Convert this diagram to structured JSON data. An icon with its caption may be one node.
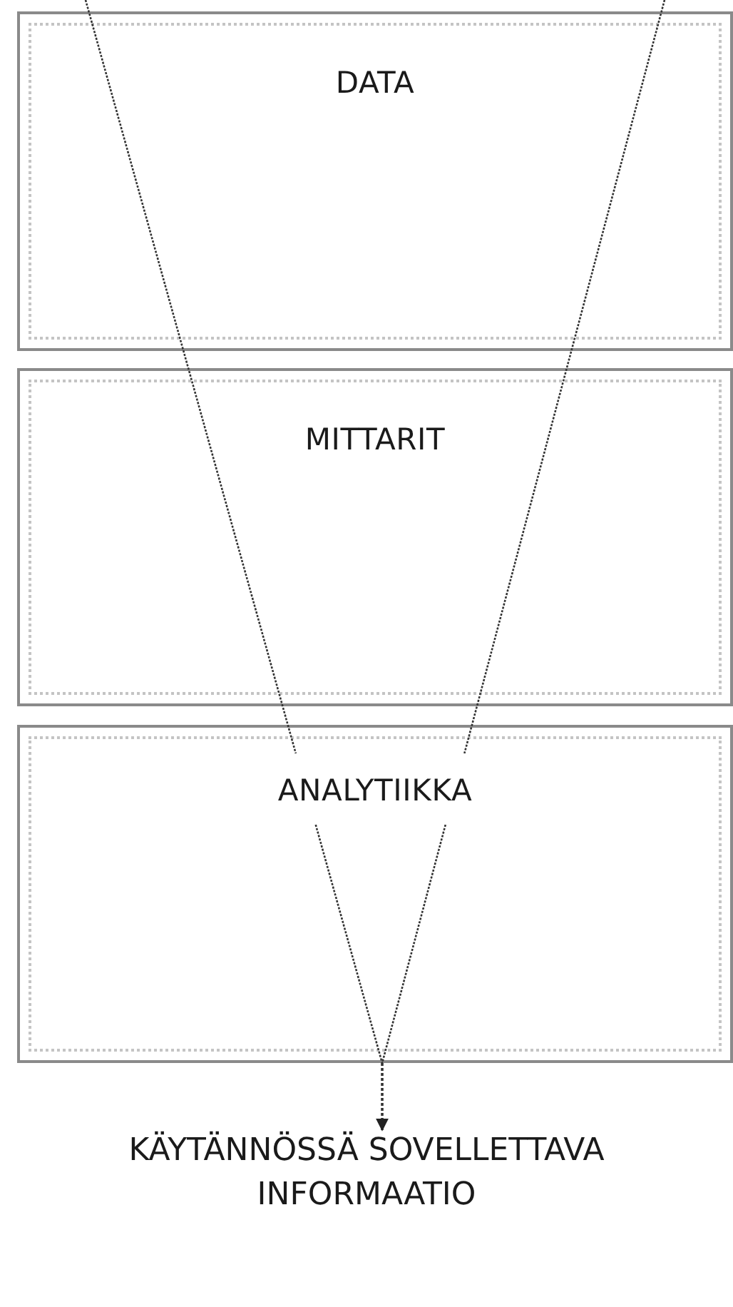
{
  "diagram": {
    "nodes": [
      {
        "text": [
          "DATA"
        ]
      },
      {
        "text": [
          "MITTARIT"
        ]
      },
      {
        "text": [
          "ANALYTIIKKA"
        ]
      },
      {
        "text": [
          "KÄYTÄNNÖSSÄ SOVELLETTAVA INFORMAATIO"
        ]
      }
    ],
    "edges": [
      {
        "from": 2,
        "to": 3,
        "arrow": "to",
        "style": "dashed"
      }
    ]
  }
}
